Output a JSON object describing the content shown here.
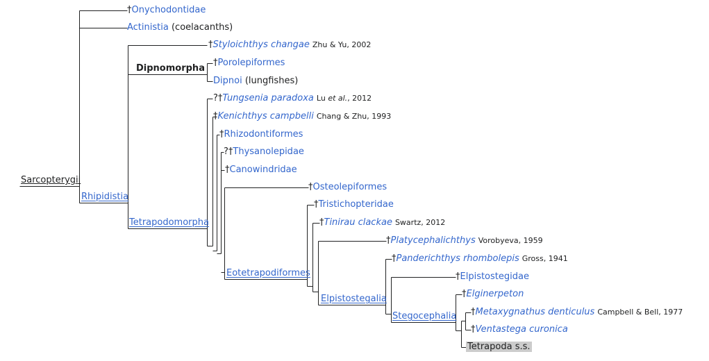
{
  "diagram": {
    "root": "Sarcopterygii",
    "nodes": {
      "rhipidistia": "Rhipidistia",
      "dipnomorpha": "Dipnomorpha",
      "tetrapodomorpha": "Tetrapodomorpha",
      "eotetrapodiformes": "Eotetrapodiformes",
      "elpistostegalia": "Elpistostegalia",
      "stegocephalia": "Stegocephalia"
    },
    "leaves": [
      {
        "dagger": "†",
        "name": "Onychodontidae",
        "italic": false
      },
      {
        "dagger": "",
        "name": "Actinistia",
        "note": "(coelacanths)",
        "italic": false
      },
      {
        "dagger": "†",
        "name": "Styloichthys changae",
        "italic": true,
        "author": "Zhu & Yu, 2002"
      },
      {
        "dagger": "†",
        "name": "Porolepiformes",
        "italic": false
      },
      {
        "dagger": "",
        "name": "Dipnoi",
        "note": "(lungfishes)",
        "italic": false
      },
      {
        "dagger": "?†",
        "name": "Tungsenia paradoxa",
        "italic": true,
        "author_pre": "Lu",
        "author_it": "et al.",
        "author_post": ", 2012"
      },
      {
        "dagger": "†",
        "name": "Kenichthys campbelli",
        "italic": true,
        "author": "Chang & Zhu, 1993"
      },
      {
        "dagger": "†",
        "name": "Rhizodontiformes",
        "italic": false
      },
      {
        "dagger": "?†",
        "name": "Thysanolepidae",
        "italic": false
      },
      {
        "dagger": "†",
        "name": "Canowindridae",
        "italic": false
      },
      {
        "dagger": "†",
        "name": "Osteolepiformes",
        "italic": false
      },
      {
        "dagger": "†",
        "name": "Tristichopteridae",
        "italic": false
      },
      {
        "dagger": "†",
        "name": "Tinirau clackae",
        "italic": true,
        "author": "Swartz, 2012"
      },
      {
        "dagger": "†",
        "name": "Platycephalichthys",
        "italic": true,
        "author": "Vorobyeva, 1959"
      },
      {
        "dagger": "†",
        "name": "Panderichthys rhombolepis",
        "italic": true,
        "author": "Gross, 1941"
      },
      {
        "dagger": "†",
        "name": "Elpistostegidae",
        "italic": false
      },
      {
        "dagger": "†",
        "name": "Elginerpeton",
        "italic": true
      },
      {
        "dagger": "†",
        "name": "Metaxygnathus denticulus",
        "italic": true,
        "author": "Campbell & Bell, 1977"
      },
      {
        "dagger": "†",
        "name": "Ventastega curonica",
        "italic": true
      },
      {
        "dagger": "",
        "name": "Tetrapoda s.s.",
        "italic": false
      }
    ]
  },
  "colors": {
    "link": "#3366cc",
    "text": "#202122",
    "line": "#202122",
    "highlight": "#cccccc"
  }
}
